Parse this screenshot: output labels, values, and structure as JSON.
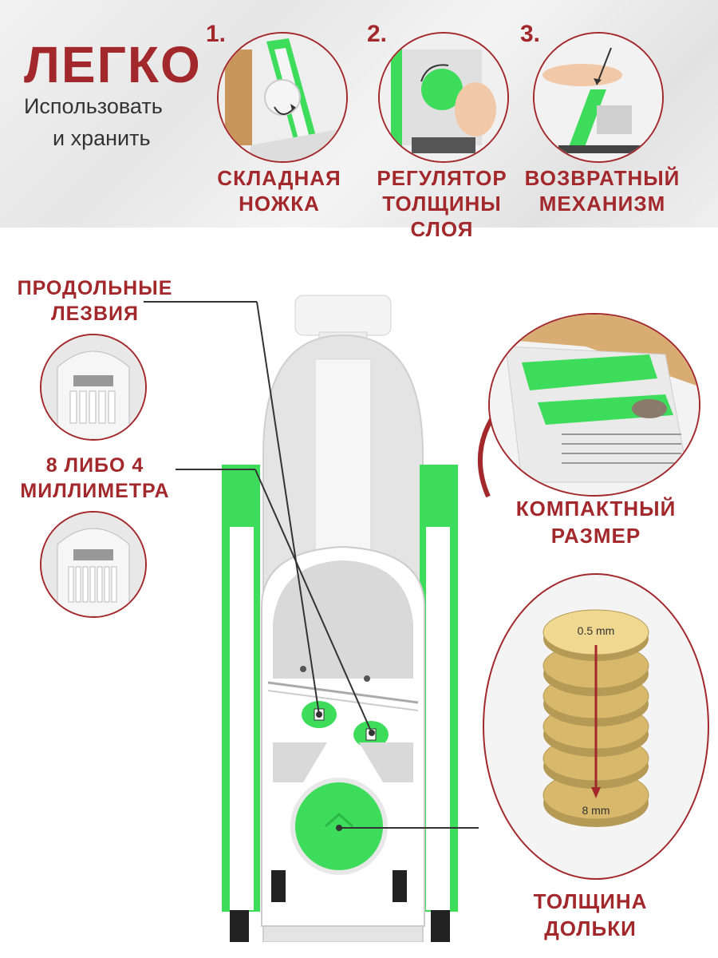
{
  "header": {
    "title": "ЛЕГКО",
    "subtitle_line1": "Использовать",
    "subtitle_line2": "и хранить"
  },
  "steps": [
    {
      "number": "1.",
      "caption_line1": "СКЛАДНАЯ",
      "caption_line2": "НОЖКА"
    },
    {
      "number": "2.",
      "caption_line1": "РЕГУЛЯТОР",
      "caption_line2": "ТОЛЩИНЫ",
      "caption_line3": "СЛОЯ"
    },
    {
      "number": "3.",
      "caption_line1": "ВОЗВРАТНЫЙ",
      "caption_line2": "МЕХАНИЗМ"
    }
  ],
  "features": {
    "blades_line1": "ПРОДОЛЬНЫЕ",
    "blades_line2": "ЛЕЗВИЯ",
    "size_line1": "8 ЛИБО 4",
    "size_line2": "МИЛЛИМЕТРА",
    "compact_line1": "КОМПАКТНЫЙ",
    "compact_line2": "РАЗМЕР",
    "thickness_line1": "ТОЛЩИНА",
    "thickness_line2": "ДОЛЬКИ"
  },
  "thickness_scale": {
    "min_label": "0.5 mm",
    "max_label": "8 mm"
  },
  "colors": {
    "accent_red": "#a3282c",
    "product_green": "#3ddc5a",
    "disc_gold": "#d8b86a"
  }
}
